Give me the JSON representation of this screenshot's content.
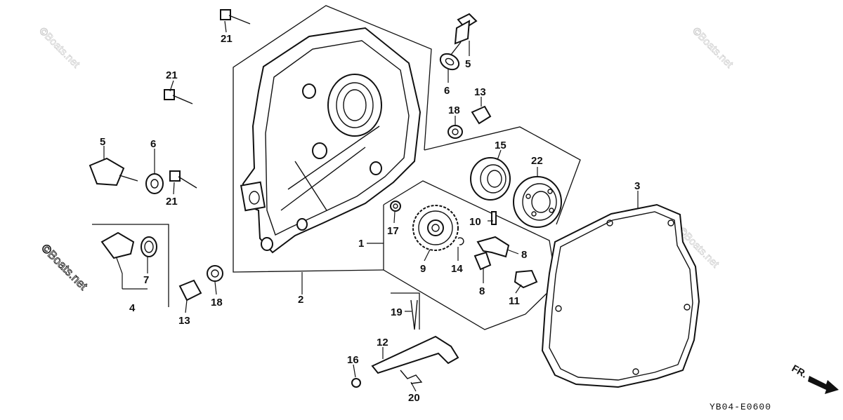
{
  "diagram_code": "YB04-E0600",
  "front_indicator": "FR.",
  "watermark": "©Boats.net",
  "callouts": [
    {
      "id": "c1",
      "label": "1"
    },
    {
      "id": "c2",
      "label": "2"
    },
    {
      "id": "c3",
      "label": "3"
    },
    {
      "id": "c4",
      "label": "4"
    },
    {
      "id": "c5a",
      "label": "5"
    },
    {
      "id": "c5b",
      "label": "5"
    },
    {
      "id": "c6a",
      "label": "6"
    },
    {
      "id": "c6b",
      "label": "6"
    },
    {
      "id": "c7",
      "label": "7"
    },
    {
      "id": "c8a",
      "label": "8"
    },
    {
      "id": "c8b",
      "label": "8"
    },
    {
      "id": "c9",
      "label": "9"
    },
    {
      "id": "c10",
      "label": "10"
    },
    {
      "id": "c11",
      "label": "11"
    },
    {
      "id": "c12",
      "label": "12"
    },
    {
      "id": "c13a",
      "label": "13"
    },
    {
      "id": "c13b",
      "label": "13"
    },
    {
      "id": "c14",
      "label": "14"
    },
    {
      "id": "c15",
      "label": "15"
    },
    {
      "id": "c16",
      "label": "16"
    },
    {
      "id": "c17",
      "label": "17"
    },
    {
      "id": "c18a",
      "label": "18"
    },
    {
      "id": "c18b",
      "label": "18"
    },
    {
      "id": "c19",
      "label": "19"
    },
    {
      "id": "c20",
      "label": "20"
    },
    {
      "id": "c21a",
      "label": "21"
    },
    {
      "id": "c21b",
      "label": "21"
    },
    {
      "id": "c21c",
      "label": "21"
    },
    {
      "id": "c22",
      "label": "22"
    }
  ]
}
